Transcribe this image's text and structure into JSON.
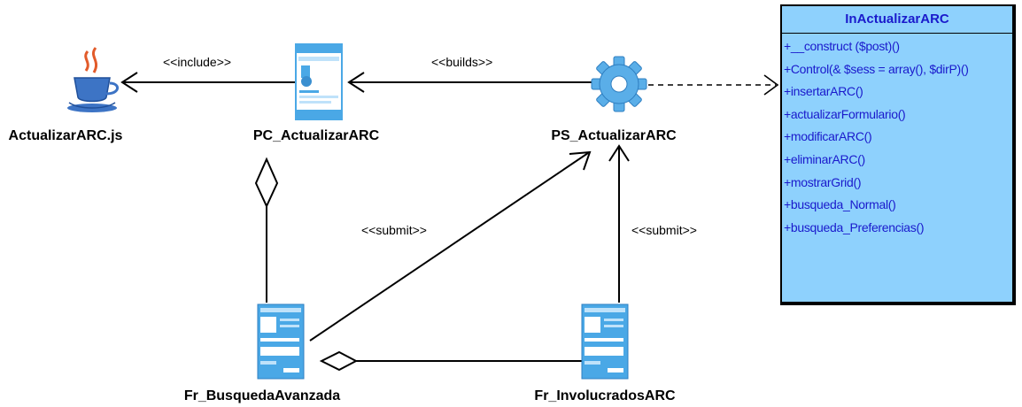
{
  "nodes": {
    "actualizar_js": "ActualizarARC.js",
    "pc": "PC_ActualizarARC",
    "ps": "PS_ActualizarARC",
    "fr_busqueda": "Fr_BusquedaAvanzada",
    "fr_involucrados": "Fr_InvolucradosARC"
  },
  "stereotypes": {
    "include": "<<include>>",
    "builds": "<<builds>>",
    "submit_left": "<<submit>>",
    "submit_right": "<<submit>>"
  },
  "class": {
    "name": "InActualizarARC",
    "operations": [
      "+__construct ($post)()",
      "+Control(& $sess = array(), $dirP)()",
      "+insertarARC()",
      "+actualizarFormulario()",
      "+modificarARC()",
      "+eliminarARC()",
      "+mostrarGrid()",
      "+busqueda_Normal()",
      "+busqueda_Preferencias()"
    ]
  },
  "colors": {
    "class_fill": "#8ed1fd",
    "class_text": "#1a1acc",
    "page_icon": "#4aa8e6",
    "gear": "#5aaee8"
  },
  "icons": {
    "actualizar_js": "java-cup-icon",
    "pc": "client-page-icon",
    "ps": "server-gear-icon",
    "fr_busqueda": "form-icon",
    "fr_involucrados": "form-icon"
  }
}
